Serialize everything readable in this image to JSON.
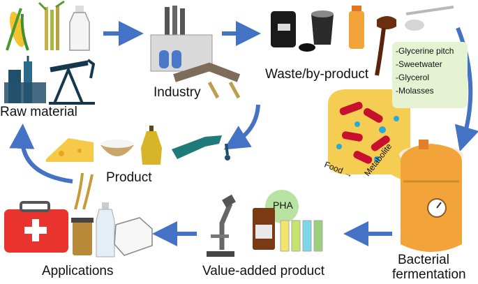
{
  "labels": {
    "raw_material": "Raw material",
    "industry": "Industry",
    "waste": "Waste/by-product",
    "product": "Product",
    "bacterial1": "Bacterial",
    "bacterial2": "fermentation",
    "value_added": "Value-added product",
    "applications": "Applications",
    "pha": "PHA",
    "food": "Food",
    "metabolite": "Metabolite"
  },
  "byproducts": [
    "-Glycerine pitch",
    "-Sweetwater",
    "-Glycerol",
    "-Molasses"
  ],
  "colors": {
    "arrow": "#4472c4",
    "byproduct_box": "#e6f3d3",
    "bubble": "#f5cd52",
    "bacteria": "#c8102e",
    "fermenter": "#f2a43a",
    "pha_circle": "#b9e3a2"
  },
  "icons": [
    "corn-icon",
    "sugarcane-icon",
    "milk-bottle-icon",
    "refinery-icon",
    "oil-pump-icon",
    "factory-icon",
    "oil-barrel-icon",
    "bucket-icon",
    "juice-bottle-icon",
    "ladle-icon",
    "cheese-icon",
    "bowl-icon",
    "oil-bottle-icon",
    "fuel-nozzle-icon",
    "bacteria-bubble-icon",
    "fermenter-icon",
    "microscope-icon",
    "vials-icon",
    "first-aid-kit-icon",
    "jar-icon",
    "water-bottle-icon",
    "container-icon",
    "wheat-icon"
  ]
}
